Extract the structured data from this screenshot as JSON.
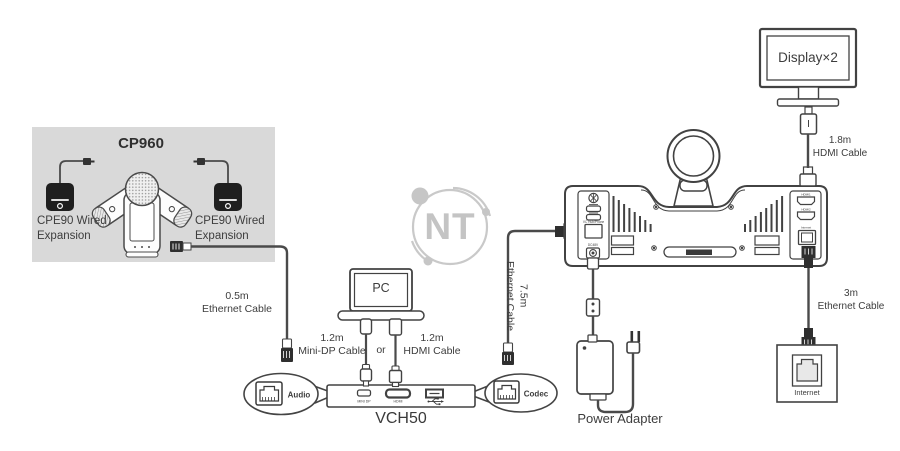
{
  "watermark": {
    "text": "NT"
  },
  "cp960_group": {
    "title": "CP960",
    "left_mic_label": "CPE90 Wired\nExpansion",
    "right_mic_label": "CPE90 Wired\nExpansion"
  },
  "pc": {
    "label": "PC"
  },
  "vch50": {
    "name": "VCH50",
    "audio_label": "Audio",
    "codec_label": "Codec",
    "mini_dp_port": "MINI DP",
    "hdmi_port": "HDMI"
  },
  "codec_unit": {
    "vch_phone_port": "VC Hub/Phone",
    "dc_port": "DC48V",
    "hdmi1_port": "HDMI1",
    "hdmi2_port": "HDMI2",
    "internet_port": "Internet"
  },
  "display": {
    "label": "Display×2"
  },
  "internet_jack": {
    "label": "Internet"
  },
  "power": {
    "label": "Power Adapter"
  },
  "cables": {
    "ethernet_05m": "0.5m\nEthernet Cable",
    "mini_dp_12m": "1.2m\nMini-DP Cable",
    "or_label": "or",
    "hdmi_12m": "1.2m\nHDMI Cable",
    "ethernet_75m": "7.5m\nEthernet Cable",
    "hdmi_18m": "1.8m\nHDMI Cable",
    "ethernet_3m": "3m\nEthernet Cable"
  },
  "colors": {
    "line": "#424242",
    "cable": "#4a4a4a",
    "box_fill": "#d9d9d9",
    "watermark": "#c6c6c6"
  }
}
